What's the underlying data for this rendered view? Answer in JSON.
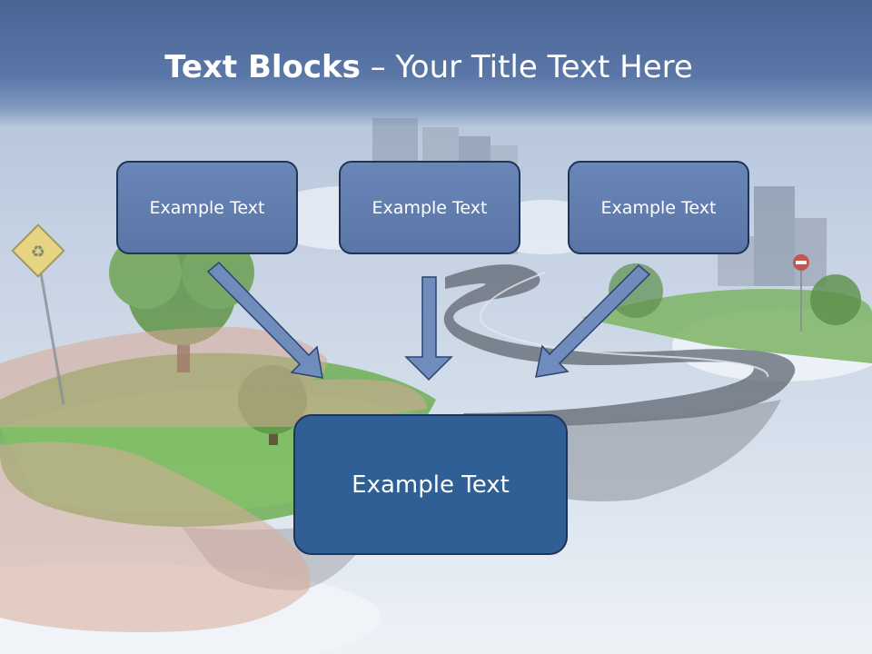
{
  "slide": {
    "title_bold": "Text Blocks",
    "title_dash": "–",
    "title_rest": "Your Title Text Here",
    "boxes": [
      "Example Text",
      "Example Text",
      "Example Text"
    ],
    "main_box": "Example Text"
  },
  "colors": {
    "title_bar": "#4a6494",
    "small_box_fill": "#6a86b8",
    "main_box_fill": "#2f5f94",
    "box_border": "#1f3456",
    "arrow_fill": "#6f8cbc"
  },
  "icons": [
    "recycle-sign-icon",
    "no-entry-sign-icon"
  ]
}
